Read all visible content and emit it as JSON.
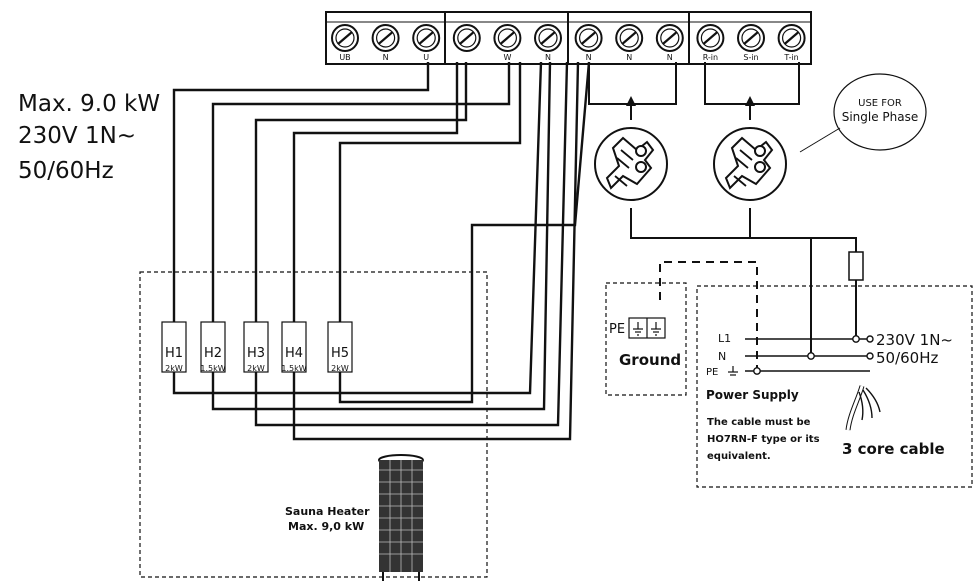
{
  "rating": {
    "line1": "Max. 9.0 kW",
    "line2": "230V 1N~",
    "line3": "50/60Hz"
  },
  "terminal_block": {
    "labels": [
      "UB",
      "N",
      "U",
      "",
      "W",
      "N",
      "N",
      "N",
      "N",
      "R-in",
      "S-in",
      "T-in"
    ]
  },
  "heater": {
    "elements": [
      {
        "name": "H1",
        "power": "2kW"
      },
      {
        "name": "H2",
        "power": "1.5kW"
      },
      {
        "name": "H3",
        "power": "2kW"
      },
      {
        "name": "H4",
        "power": "1.5kW"
      },
      {
        "name": "H5",
        "power": "2kW"
      }
    ],
    "title": "Sauna Heater",
    "max": "Max. 9,0 kW"
  },
  "bubble": {
    "line1": "USE FOR",
    "line2": "Single Phase"
  },
  "ground": {
    "pe_label": "PE",
    "label": "Ground"
  },
  "power_supply": {
    "l1": "L1",
    "n": "N",
    "pe": "PE",
    "title": "Power Supply",
    "note1": "The cable must be",
    "note2": "HO7RN-F type or its",
    "note3": "equivalent.",
    "voltage": "230V 1N~",
    "frequency": "50/60Hz",
    "cable": "3 core cable"
  }
}
